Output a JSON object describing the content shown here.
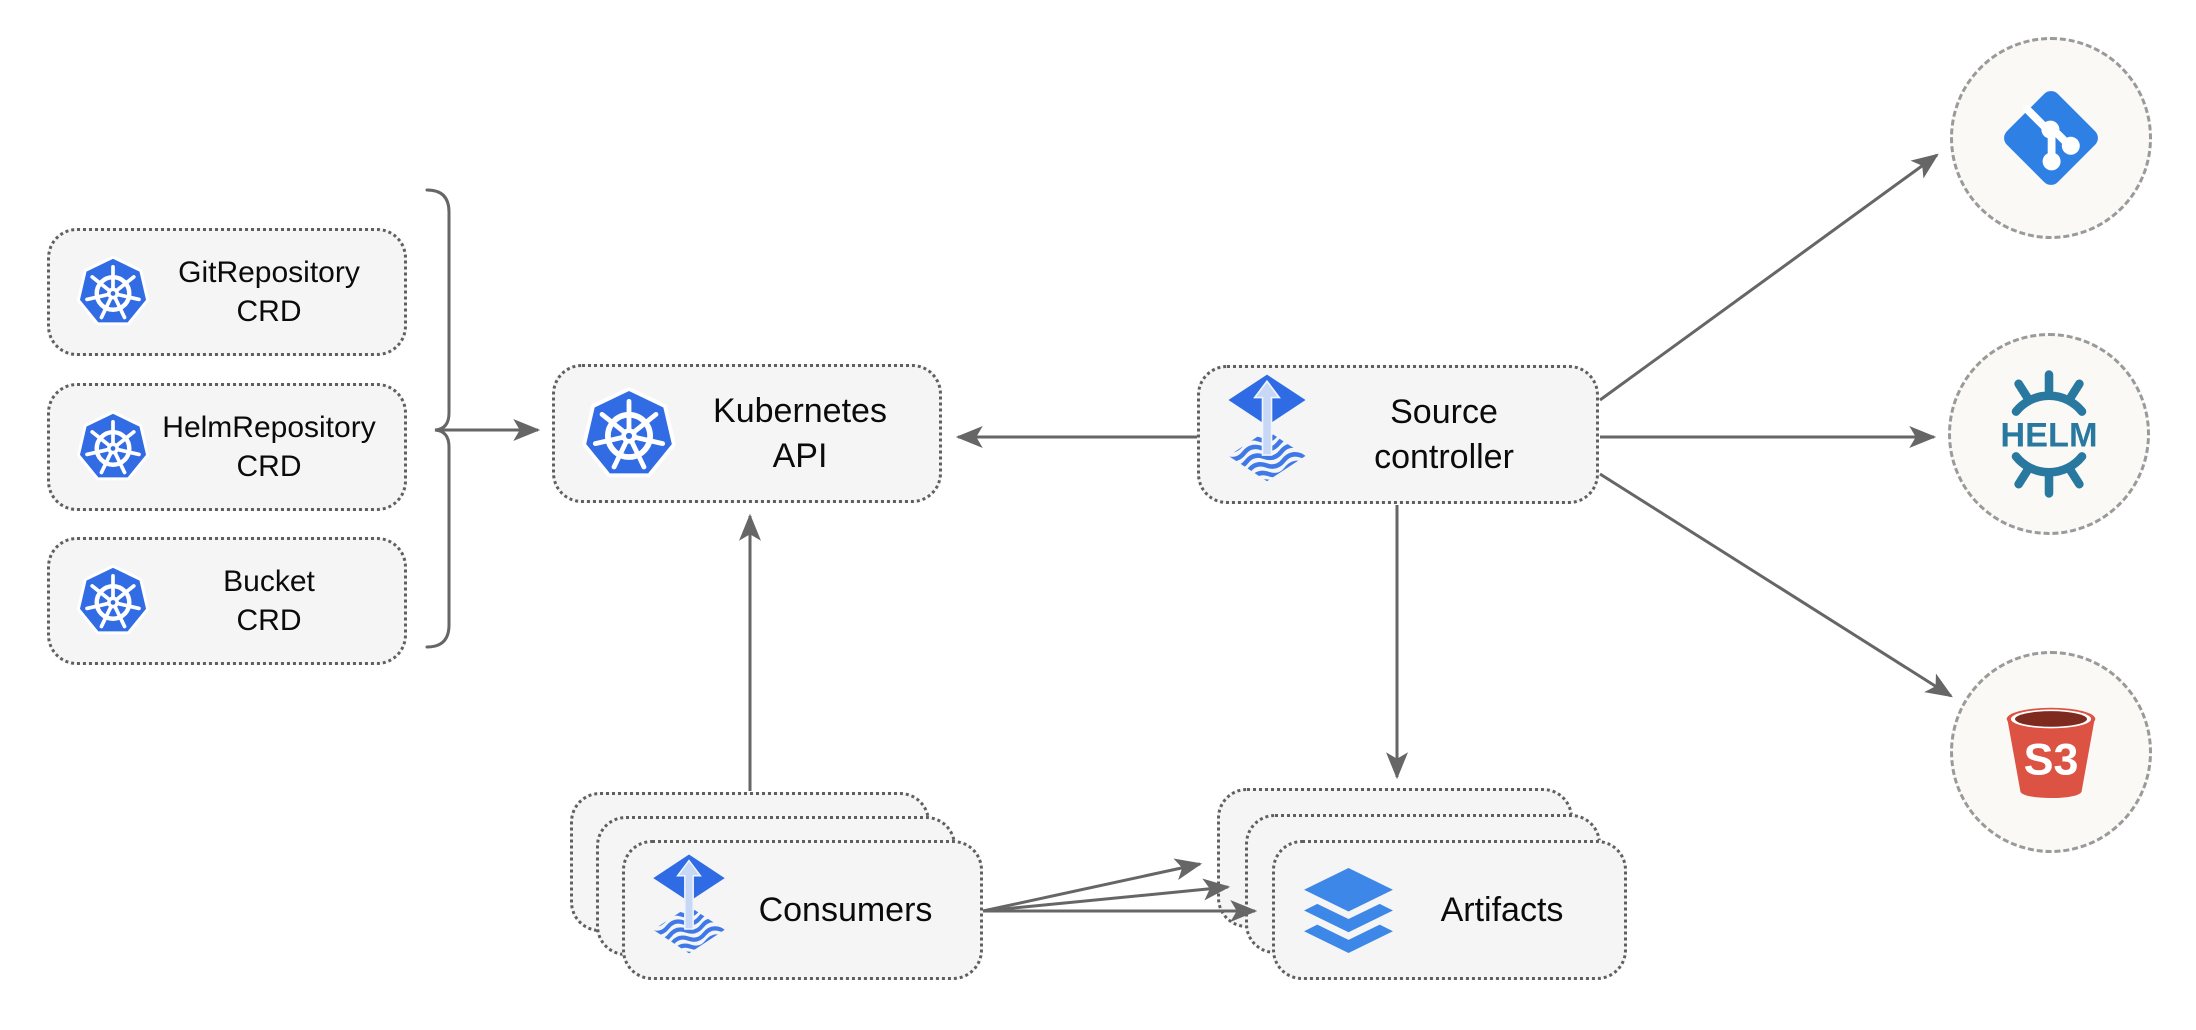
{
  "diagram": {
    "crd_boxes": [
      {
        "label": "GitRepository\nCRD"
      },
      {
        "label": "HelmRepository\nCRD"
      },
      {
        "label": "Bucket\nCRD"
      }
    ],
    "kubernetes_api": {
      "label": "Kubernetes API"
    },
    "source_controller": {
      "label": "Source\ncontroller"
    },
    "consumers": {
      "label": "Consumers"
    },
    "artifacts": {
      "label": "Artifacts"
    },
    "sources": {
      "git": {
        "icon": "git-icon"
      },
      "helm": {
        "icon": "helm-icon",
        "logo_text": "HELM"
      },
      "s3": {
        "icon": "s3-bucket-icon",
        "logo_text": "S3"
      }
    },
    "edges": [
      {
        "from": "crd-boxes",
        "to": "kubernetes-api"
      },
      {
        "from": "source-controller",
        "to": "kubernetes-api"
      },
      {
        "from": "consumers",
        "to": "kubernetes-api"
      },
      {
        "from": "source-controller",
        "to": "artifacts"
      },
      {
        "from": "source-controller",
        "to": "git"
      },
      {
        "from": "source-controller",
        "to": "helm"
      },
      {
        "from": "source-controller",
        "to": "s3"
      },
      {
        "from": "consumers",
        "to": "artifacts"
      }
    ],
    "colors": {
      "kubernetes_blue": "#326CE5",
      "flux_blue": "#2E6BE4",
      "flux_arrow_light": "#C7D7F6",
      "git_blue": "#2F80E4",
      "helm_teal": "#2878A0",
      "s3_red": "#DC5243",
      "s3_dark_red": "#7E2A1F",
      "layers_blue": "#3D87E8",
      "node_fill": "#F5F5F5",
      "node_border": "#5F5F5F",
      "circle_fill": "#FAF9F5",
      "circle_border": "#9A9A9A",
      "arrow_gray": "#666666",
      "text": "#0B0B0B",
      "background": "#FFFFFF"
    }
  }
}
